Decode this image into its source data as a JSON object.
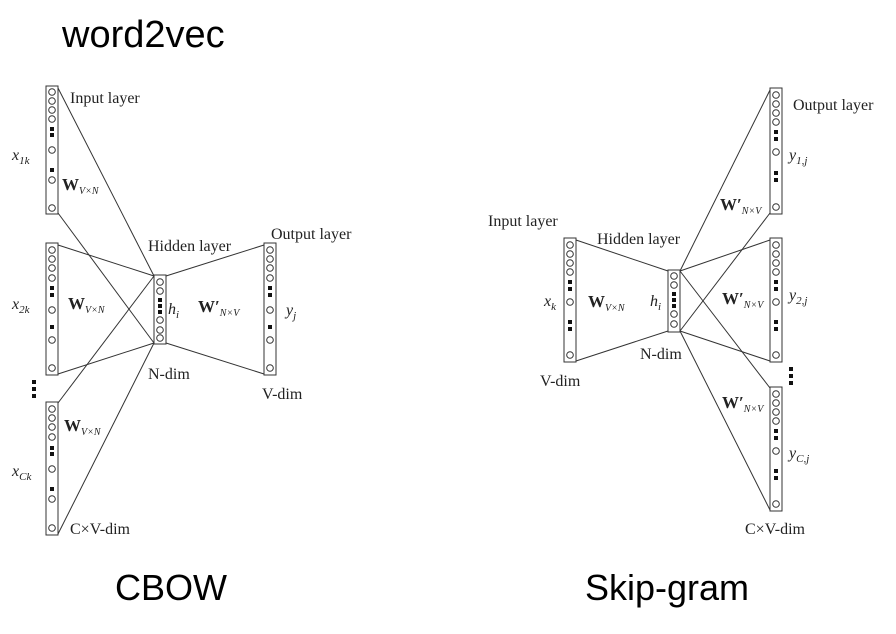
{
  "title": "word2vec",
  "cbow": {
    "caption": "CBOW",
    "input_layer": "Input layer",
    "hidden_layer": "Hidden layer",
    "output_layer": "Output layer",
    "x1": "x",
    "x1_sub": "1k",
    "x2": "x",
    "x2_sub": "2k",
    "xC": "x",
    "xC_sub": "Ck",
    "w": "W",
    "w_sub": "V×N",
    "w_prime": "W′",
    "w_prime_sub": "N×V",
    "h": "h",
    "h_sub": "i",
    "y": "y",
    "y_sub": "j",
    "n_dim": "N-dim",
    "v_dim": "V-dim",
    "cv_dim": "C×V-dim"
  },
  "skipgram": {
    "caption": "Skip-gram",
    "input_layer": "Input layer",
    "hidden_layer": "Hidden layer",
    "output_layer": "Output layer",
    "x": "x",
    "x_sub": "k",
    "w": "W",
    "w_sub": "V×N",
    "w_prime": "W′",
    "w_prime_sub": "N×V",
    "h": "h",
    "h_sub": "i",
    "y1": "y",
    "y1_sub": "1,j",
    "y2": "y",
    "y2_sub": "2,j",
    "yC": "y",
    "yC_sub": "C,j",
    "n_dim": "N-dim",
    "v_dim": "V-dim",
    "cv_dim": "C×V-dim"
  }
}
